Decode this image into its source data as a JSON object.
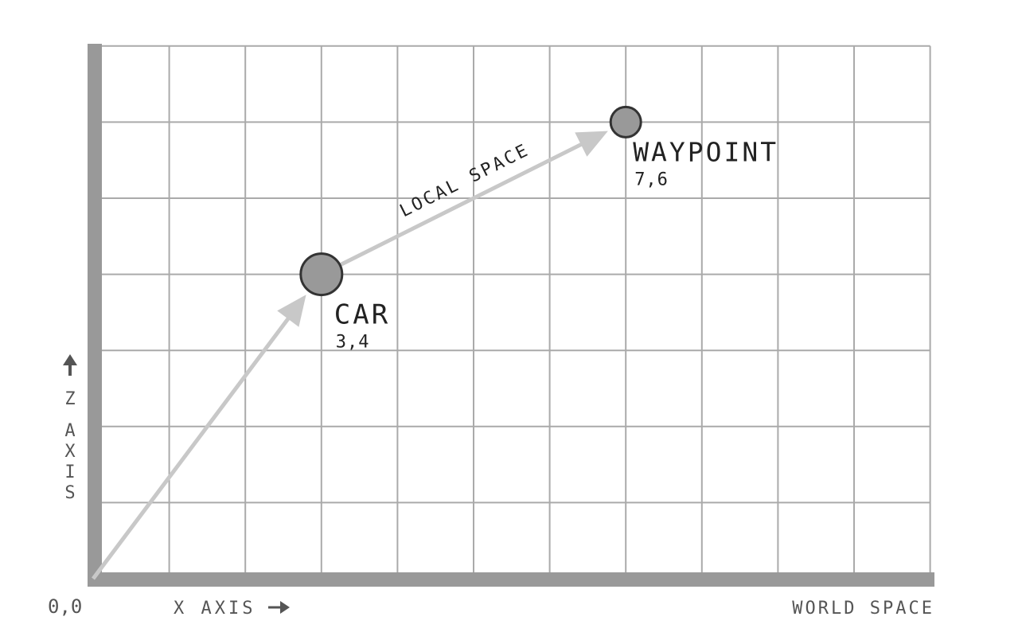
{
  "colors": {
    "background": "#ffffff",
    "grid": "#aaaaaa",
    "axis": "#999999",
    "vector": "#c8c8c8",
    "point_fill": "#999999",
    "point_stroke": "#333333",
    "text": "#222222"
  },
  "labels": {
    "origin": "0,0",
    "x_axis": "X AXIS",
    "z_axis": "Z AXIS",
    "world_space": "WORLD SPACE",
    "local_space": "LOCAL SPACE"
  },
  "icons": {
    "x_axis_arrow": "arrow-right-icon",
    "z_axis_arrow": "arrow-up-icon"
  },
  "grid": {
    "x_min": 0,
    "x_max": 11,
    "z_min": 0,
    "z_max": 7
  },
  "points": [
    {
      "id": "car",
      "name": "CAR",
      "coords": "3,4",
      "x": 3,
      "z": 4,
      "size": "large"
    },
    {
      "id": "waypoint",
      "name": "WAYPOINT",
      "coords": "7,6",
      "x": 7,
      "z": 6,
      "size": "small"
    }
  ],
  "vectors": [
    {
      "from": [
        0,
        0
      ],
      "to": [
        3,
        4
      ]
    },
    {
      "from": [
        3,
        4
      ],
      "to": [
        7,
        6
      ],
      "label": "LOCAL SPACE"
    }
  ]
}
